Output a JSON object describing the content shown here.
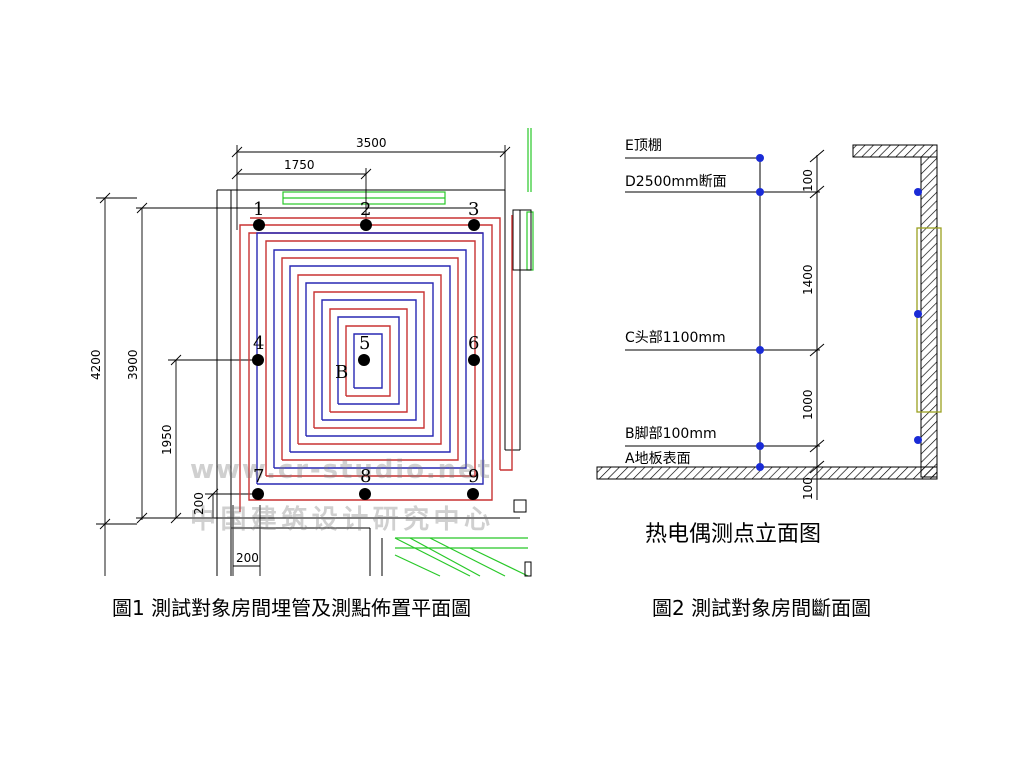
{
  "figure1": {
    "caption": "圖1 測試對象房間埋管及測點佈置平面圖",
    "dimensions": {
      "top_total": "3500",
      "top_half": "1750",
      "left_outer": "4200",
      "left_inner": "3900",
      "left_mid": "1950",
      "left_small": "200",
      "bottom_small": "200"
    },
    "points": [
      "1",
      "2",
      "3",
      "4",
      "5",
      "6",
      "7",
      "8",
      "9"
    ],
    "center_label": "B",
    "watermark_line1": "www.cr-studio.net",
    "watermark_line2": "中国建筑设计研究中心"
  },
  "figure2": {
    "caption": "圖2 測試對象房間斷面圖",
    "title": "热电偶测点立面图",
    "levels": {
      "E": "E顶棚",
      "D": "D2500mm断面",
      "C": "C头部1100mm",
      "B": "B脚部100mm",
      "A": "A地板表面"
    },
    "dimensions": {
      "d1": "100",
      "d2": "1400",
      "d3": "1000",
      "d4": "100"
    }
  },
  "colors": {
    "pipe_red": "#c83232",
    "pipe_blue": "#2828b4",
    "grid_green": "#28c828",
    "node_blue": "#1a2bd6",
    "window_yellow": "#9aa020"
  }
}
